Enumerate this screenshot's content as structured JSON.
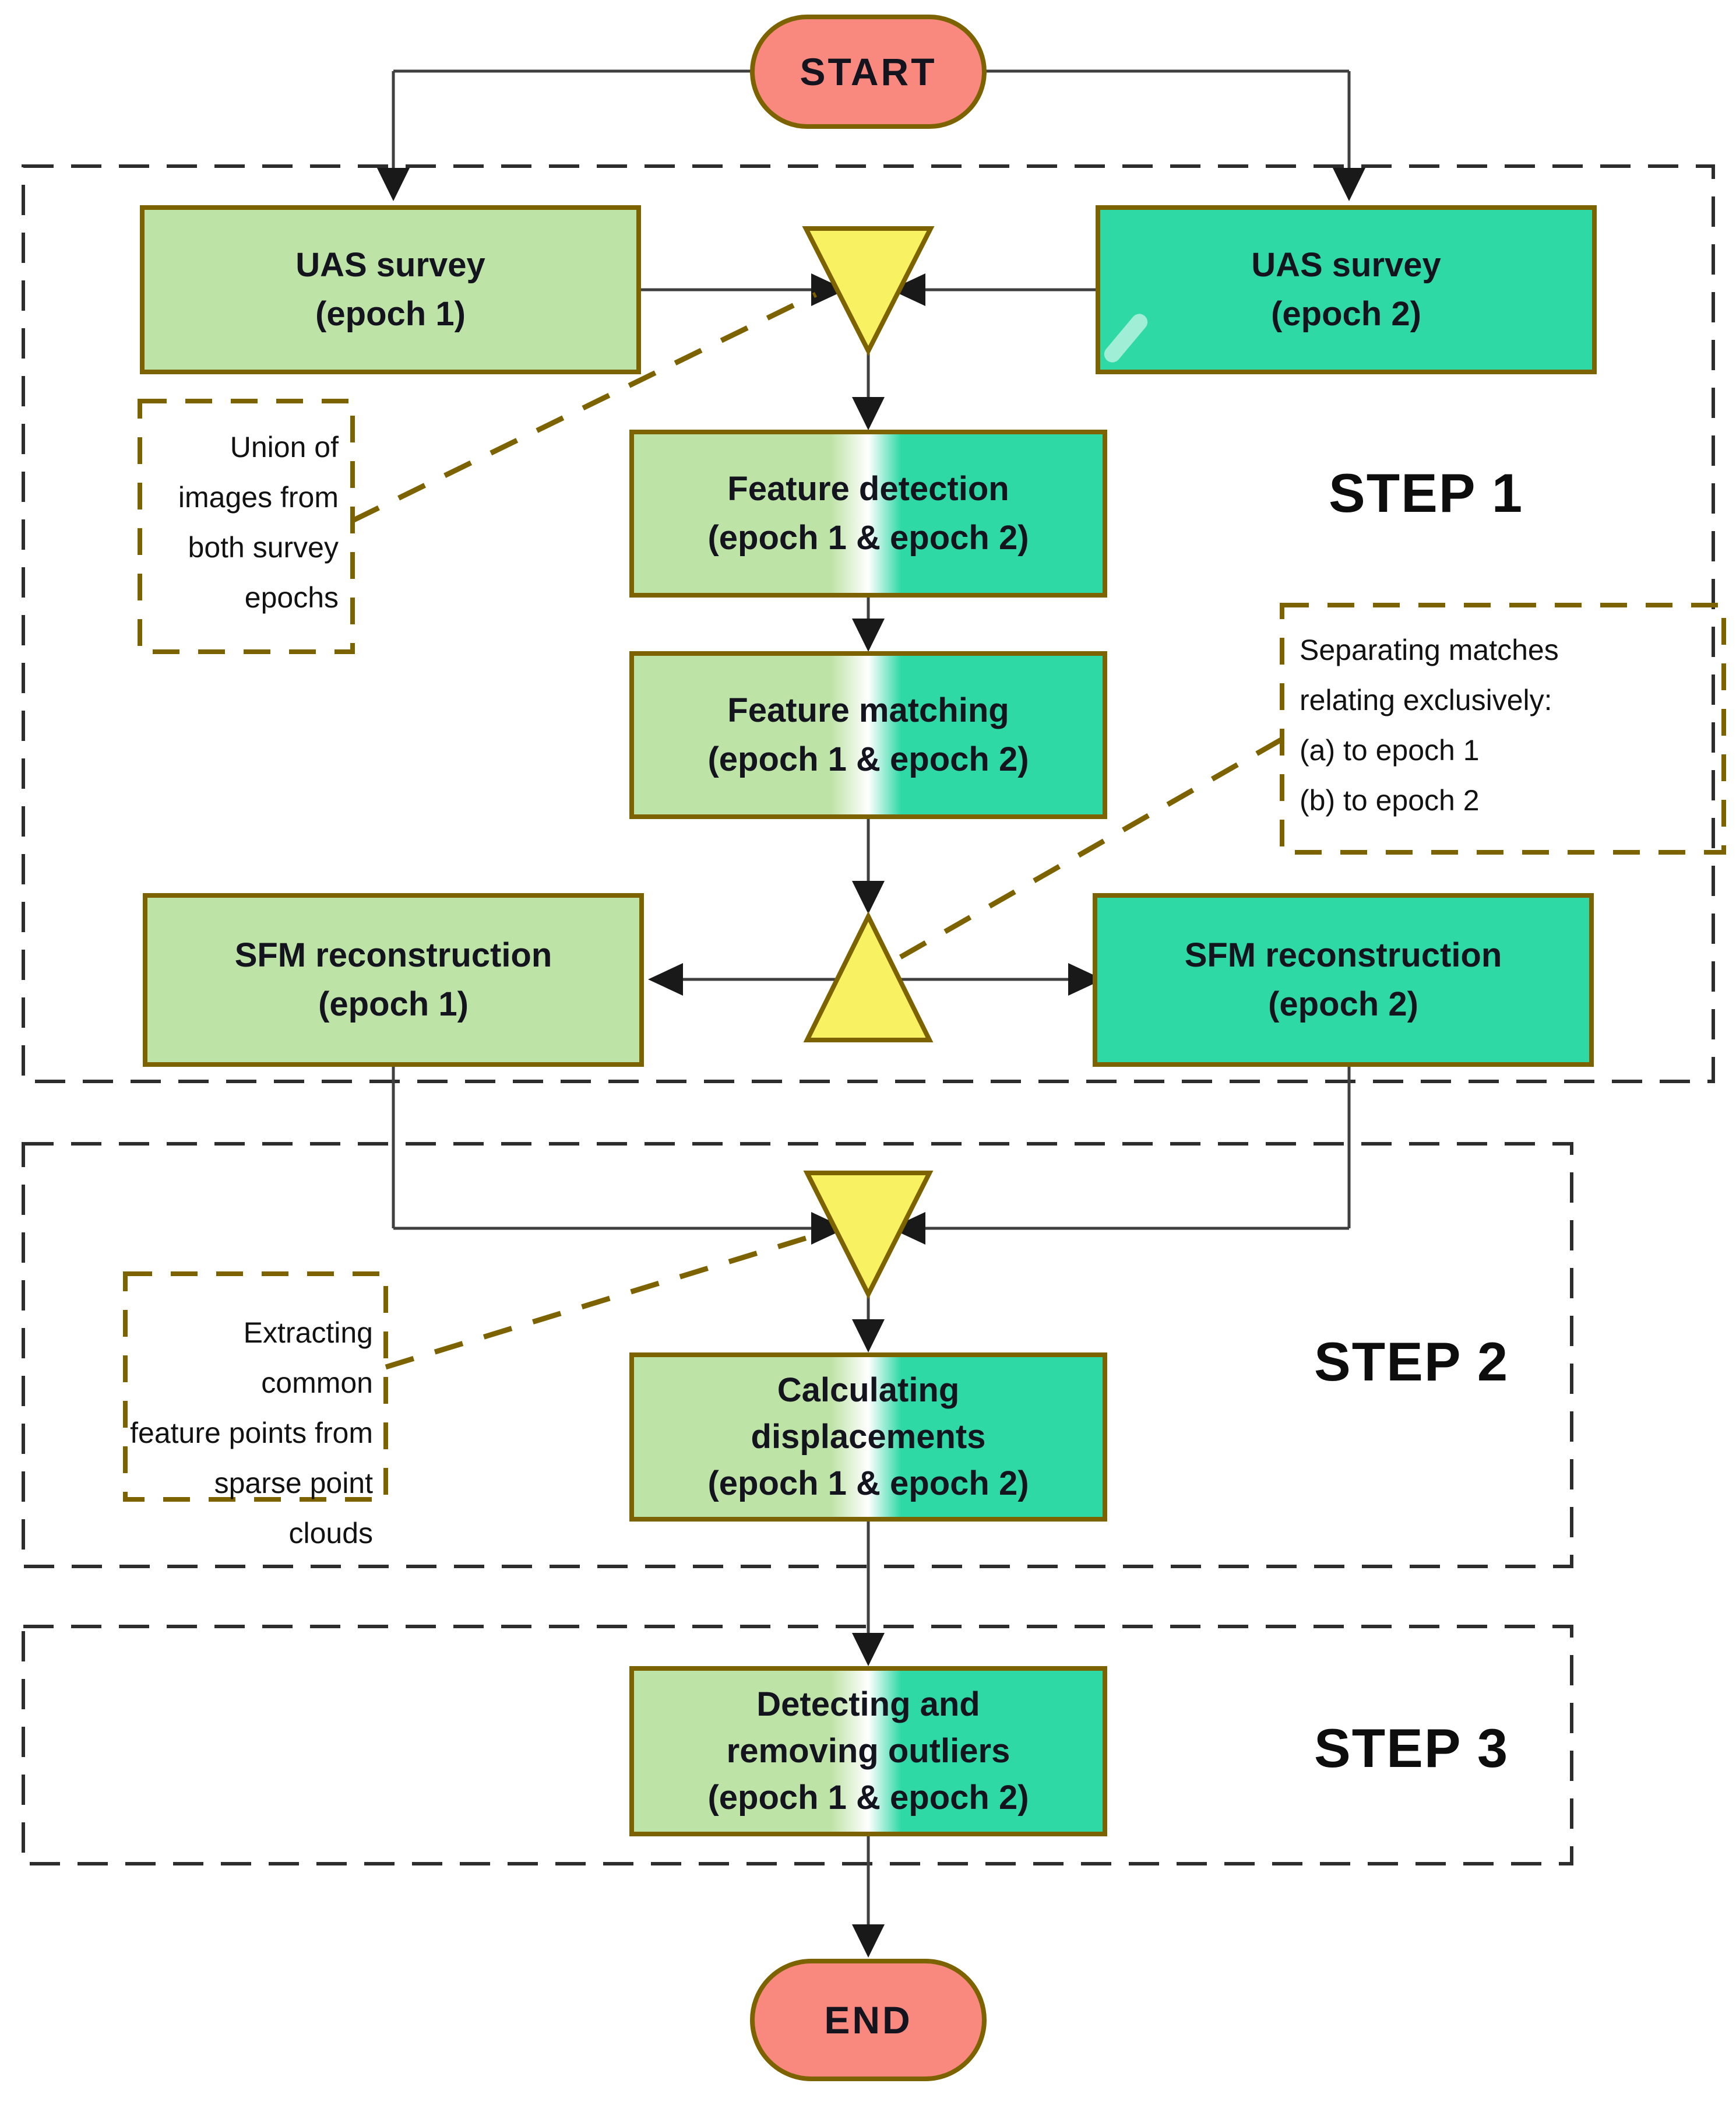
{
  "diagram": {
    "start_label": "START",
    "end_label": "END",
    "steps": [
      {
        "label": "STEP 1"
      },
      {
        "label": "STEP 2"
      },
      {
        "label": "STEP 3"
      }
    ],
    "nodes": {
      "uas1": {
        "lines": [
          "UAS survey",
          "(epoch 1)"
        ]
      },
      "uas2": {
        "lines": [
          "UAS survey",
          "(epoch 2)"
        ]
      },
      "feature_detection": {
        "lines": [
          "Feature detection",
          "(epoch 1 & epoch 2)"
        ]
      },
      "feature_matching": {
        "lines": [
          "Feature matching",
          "(epoch 1 & epoch 2)"
        ]
      },
      "sfm1": {
        "lines": [
          "SFM reconstruction",
          "(epoch 1)"
        ]
      },
      "sfm2": {
        "lines": [
          "SFM reconstruction",
          "(epoch 2)"
        ]
      },
      "calc": {
        "lines": [
          "Calculating",
          "displacements",
          "(epoch 1 & epoch 2)"
        ]
      },
      "outliers": {
        "lines": [
          "Detecting and",
          "removing outliers",
          "(epoch 1 & epoch 2)"
        ]
      }
    },
    "annotations": {
      "union": {
        "lines": [
          "Union of",
          "images from",
          "both survey",
          "epochs"
        ]
      },
      "separating": {
        "lines": [
          "Separating matches",
          "relating exclusively:",
          "(a) to epoch 1",
          "(b) to epoch 2"
        ]
      },
      "extracting": {
        "lines": [
          "Extracting common",
          "feature points from",
          "sparse point clouds"
        ]
      }
    },
    "colors": {
      "epoch1_green": "#BEE3A6",
      "epoch2_teal": "#2FD9A6",
      "terminal_salmon": "#F9897E",
      "connector_yellow": "#F8F161",
      "box_border_olive": "#7D6300",
      "step_dash_border": "#2D2D2D",
      "line_gray": "#3F3F3F",
      "text_dark": "#14141F"
    }
  }
}
